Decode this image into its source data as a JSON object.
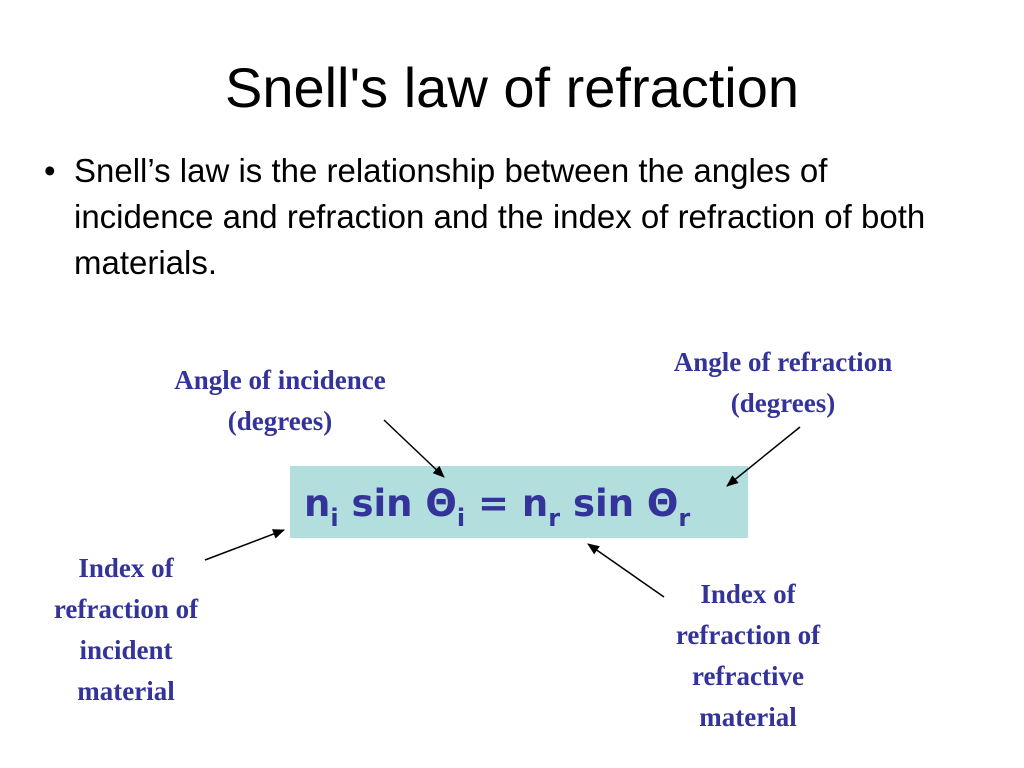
{
  "title": "Snell's law of refraction",
  "bullet": {
    "marker": "•",
    "text": "Snell’s law is the relationship between the angles of incidence and refraction and the index of refraction of both materials."
  },
  "callouts": {
    "angle_incidence": [
      "Angle of incidence",
      "(degrees)"
    ],
    "angle_refraction": [
      "Angle of refraction",
      "(degrees)"
    ],
    "index_incident": [
      "Index of",
      "refraction of",
      "incident",
      "material"
    ],
    "index_refractive": [
      "Index of",
      "refraction of",
      "refractive",
      "material"
    ]
  },
  "equation": {
    "n": "n",
    "sin": "sin",
    "theta": "Θ",
    "equals": "=",
    "sub_i": "i",
    "sub_r": "r"
  },
  "colors": {
    "callout_text": "#333399",
    "equation_box": "#b3dede"
  }
}
